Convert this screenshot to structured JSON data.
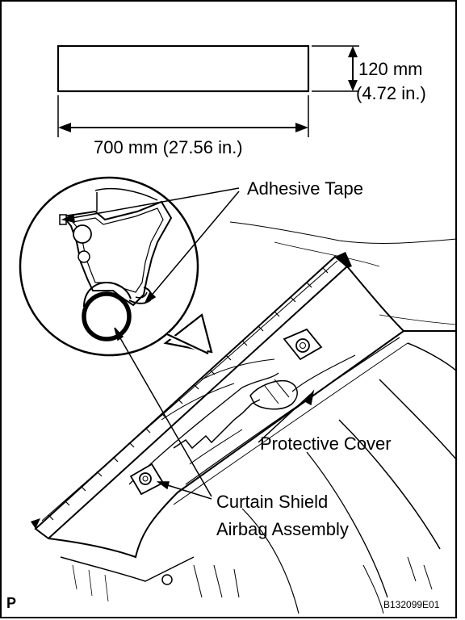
{
  "dimensions": {
    "height_mm": "120 mm",
    "height_in": "(4.72 in.)",
    "width_label": "700 mm (27.56 in.)"
  },
  "callouts": {
    "adhesive_tape": "Adhesive Tape",
    "protective_cover": "Protective Cover",
    "curtain_shield_line1": "Curtain Shield",
    "curtain_shield_line2": "Airbag Assembly"
  },
  "footer": {
    "corner_mark": "P",
    "figure_code": "B132099E01"
  }
}
